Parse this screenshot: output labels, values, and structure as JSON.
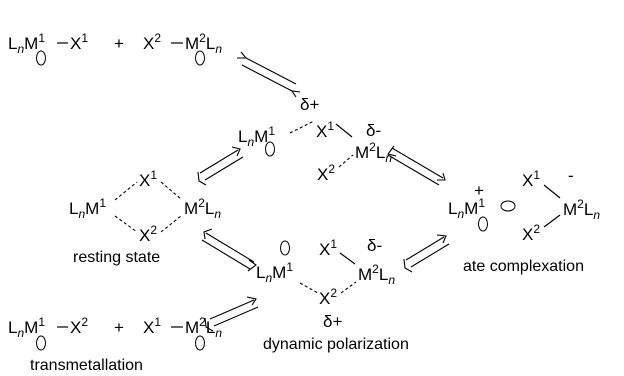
{
  "labels": {
    "resting_state": "resting state",
    "ate_complexation": "ate complexation",
    "dynamic_polarization": "dynamic polarization",
    "transmetallation": "transmetallation"
  },
  "symbols": {
    "L": "L",
    "n": "n",
    "M": "M",
    "X": "X",
    "one": "1",
    "two": "2",
    "plus_sign": "+",
    "delta_plus": "δ+",
    "delta_minus": "δ-",
    "minus": "-",
    "cation_plus": "+"
  }
}
